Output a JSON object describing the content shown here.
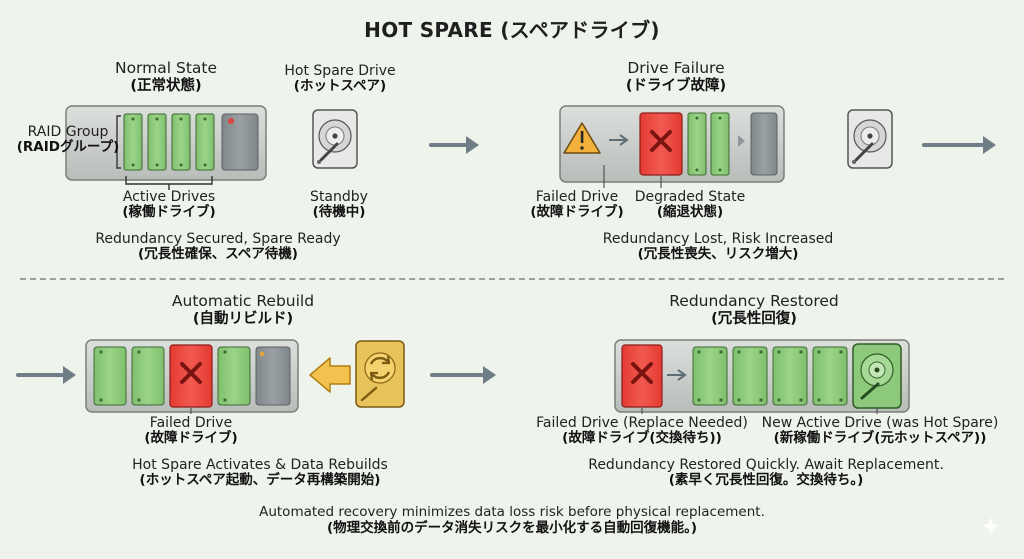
{
  "title": "HOT SPARE (スペアドライブ)",
  "normal": {
    "heading_en": "Normal State",
    "heading_ja": "(正常状態)",
    "group_en": "RAID Group",
    "group_ja": "(RAIDグループ)",
    "active_en": "Active Drives",
    "active_ja": "(稼働ドライブ)",
    "caption_en": "Redundancy Secured, Spare Ready",
    "caption_ja": "(冗長性確保、スペア待機)"
  },
  "spare": {
    "heading_en": "Hot Spare Drive",
    "heading_ja": "(ホットスペア)",
    "standby_en": "Standby",
    "standby_ja": "(待機中)"
  },
  "failure": {
    "heading_en": "Drive Failure",
    "heading_ja": "(ドライブ故障)",
    "failed_en": "Failed Drive",
    "failed_ja": "(故障ドライブ)",
    "degraded_en": "Degraded State",
    "degraded_ja": "(縮退状態)",
    "caption_en": "Redundancy Lost, Risk Increased",
    "caption_ja": "(冗長性喪失、リスク増大)"
  },
  "rebuild": {
    "heading_en": "Automatic Rebuild",
    "heading_ja": "(自動リビルド)",
    "failed_en": "Failed Drive",
    "failed_ja": "(故障ドライブ)",
    "caption_en": "Hot Spare Activates & Data Rebuilds",
    "caption_ja": "(ホットスペア起動、データ再構築開始)"
  },
  "restored": {
    "heading_en": "Redundancy Restored",
    "heading_ja": "(冗長性回復)",
    "failed_en": "Failed Drive (Replace Needed)",
    "failed_ja": "(故障ドライブ(交換待ち))",
    "newdrive_en": "New Active Drive (was Hot Spare)",
    "newdrive_ja": "(新稼働ドライブ(元ホットスペア))",
    "caption_en": "Redundancy Restored Quickly. Await Replacement.",
    "caption_ja": "(素早く冗長性回復。交換待ち。)"
  },
  "footer": {
    "en": "Automated recovery minimizes data loss risk before physical replacement.",
    "ja": "(物理交換前のデータ消失リスクを最小化する自動回復機能。)"
  },
  "colors": {
    "drive_green": "#8cc97a",
    "failed_red": "#e8413a",
    "warning_amber": "#f2b13c",
    "spare_gold": "#e8c25a",
    "enclosure_gray": "#c8ccc8",
    "arrow_gray": "#6f7d86"
  }
}
